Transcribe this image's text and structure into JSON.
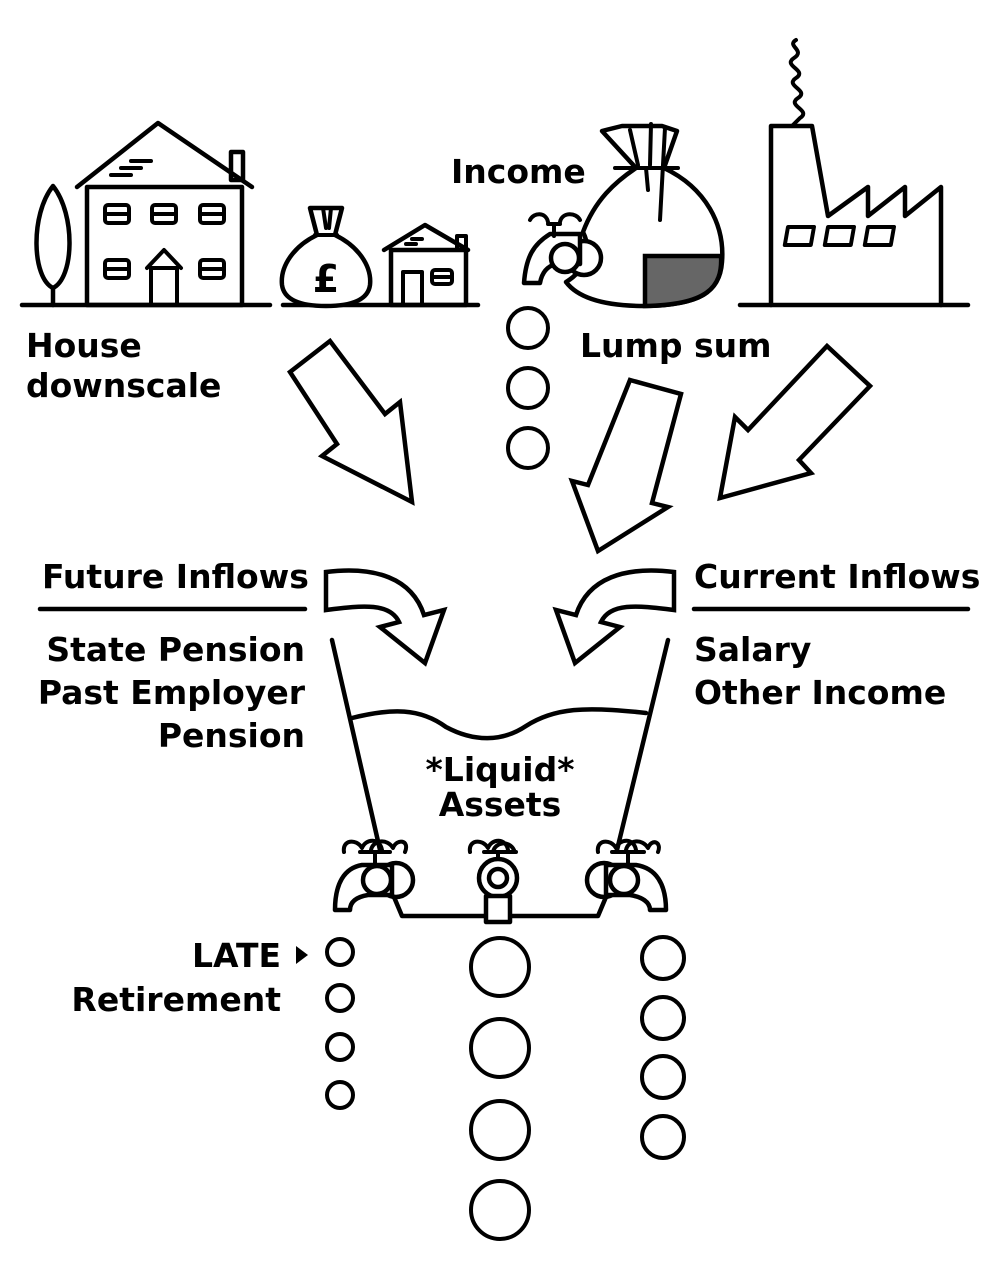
{
  "labels": {
    "house_downscale_1": "House",
    "house_downscale_2": "downscale",
    "income": "Income",
    "lump_sum": "Lump sum",
    "future_inflows": "Future Inflows",
    "current_inflows": "Current Inflows",
    "state_pension": "State Pension",
    "past_employer_pension_1": "Past Employer",
    "past_employer_pension_2": "Pension",
    "salary": "Salary",
    "other_income": "Other Income",
    "liquid_assets_1": "*Liquid*",
    "liquid_assets_2": "Assets",
    "late": "LATE",
    "retirement": "Retirement",
    "pound_sign": "£"
  },
  "icons": [
    "tree-icon",
    "large-house-icon",
    "money-bag-icon",
    "small-house-icon",
    "income-sack-icon",
    "tap-icon",
    "factory-icon"
  ]
}
